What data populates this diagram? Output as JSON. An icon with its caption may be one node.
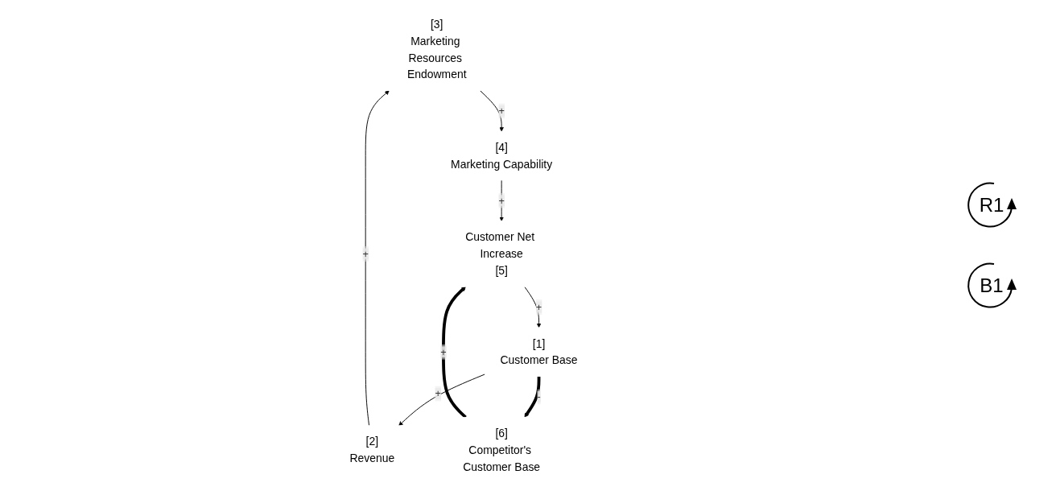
{
  "diagram": {
    "nodes": [
      {
        "text": [
          "[3]",
          "Marketing Resources Endowment"
        ]
      },
      {
        "text": [
          "[2]",
          "Revenue"
        ]
      },
      {
        "text": [
          "[1]",
          "Customer Base"
        ]
      },
      {
        "text": [
          "[4]",
          "Marketing Capability"
        ]
      },
      {
        "text": [
          "Customer Net Increase",
          "[5]"
        ]
      },
      {
        "text": [
          "[6]",
          "Competitor's Customer Base"
        ]
      }
    ],
    "edges": [
      {
        "from": 2,
        "to": 1,
        "arrow": "to",
        "label": "+"
      },
      {
        "from": 1,
        "to": 0,
        "arrow": "to",
        "label": "+"
      },
      {
        "from": 0,
        "to": 3,
        "arrow": "to",
        "label": "+"
      },
      {
        "from": 3,
        "to": 4,
        "arrow": "to",
        "label": "+"
      },
      {
        "from": 4,
        "to": 2,
        "arrow": "to",
        "label": "+"
      },
      {
        "from": 2,
        "to": 5,
        "arrow": "to",
        "label": "-",
        "style": "thick"
      },
      {
        "from": 5,
        "to": 4,
        "arrow": "to",
        "label": "+",
        "style": "thick"
      }
    ],
    "labels": [
      "R1",
      "B1"
    ]
  }
}
